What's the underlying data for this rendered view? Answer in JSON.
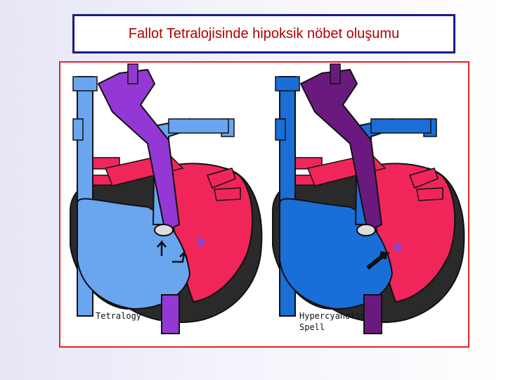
{
  "title": "Fallot Tetralojisinde hipoksik nöbet oluşumu",
  "panels": [
    {
      "caption_line1": "Tetralogy",
      "caption_line2": ""
    },
    {
      "caption_line1": "Hypercyanotic",
      "caption_line2": "Spell"
    }
  ],
  "colors": {
    "title_text": "#b00000",
    "title_border": "#1a1a8c",
    "frame_border": "#e8202a",
    "oxygenated_red": "#f0265a",
    "deoxygenated_blue_normal": "#6aa6f0",
    "deoxygenated_blue_spell": "#1a6ed8",
    "mixed_purple_normal": "#9338d4",
    "mixed_purple_spell": "#6a1a7e",
    "myocardium_dark": "#2a2a2a"
  },
  "icons": [
    "flow-arrow-icon",
    "pulmonary-valve-icon"
  ]
}
